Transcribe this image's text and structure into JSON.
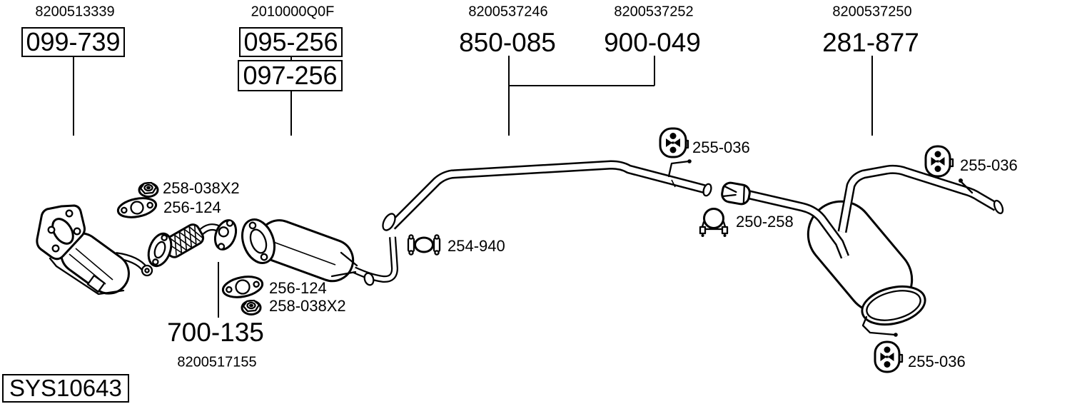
{
  "colors": {
    "line": "#000000",
    "background": "#ffffff"
  },
  "system": {
    "code": "SYS10643"
  },
  "top_callouts": [
    {
      "oem": "8200513339",
      "codes": [
        "099-739"
      ],
      "boxed": true
    },
    {
      "oem": "2010000Q0F",
      "codes": [
        "095-256",
        "097-256"
      ],
      "boxed": true
    },
    {
      "oem": "8200537246",
      "codes": [
        "850-085"
      ],
      "boxed": false
    },
    {
      "oem": "8200537252",
      "codes": [
        "900-049"
      ],
      "boxed": false
    },
    {
      "oem": "8200537250",
      "codes": [
        "281-877"
      ],
      "boxed": false
    }
  ],
  "bottom_callout": {
    "codes": [
      "700-135"
    ],
    "oem": "8200517155"
  },
  "inline_labels": [
    {
      "code": "258-038X2",
      "part": "flange-nut"
    },
    {
      "code": "256-124",
      "part": "gasket"
    },
    {
      "code": "254-940",
      "part": "pipe-clamp"
    },
    {
      "code": "255-036",
      "part": "rubber-mount"
    },
    {
      "code": "250-258",
      "part": "pipe-clamp"
    },
    {
      "code": "255-036",
      "part": "rubber-mount"
    },
    {
      "code": "256-124",
      "part": "gasket"
    },
    {
      "code": "258-038X2",
      "part": "flange-nut"
    },
    {
      "code": "255-036",
      "part": "rubber-mount"
    }
  ]
}
